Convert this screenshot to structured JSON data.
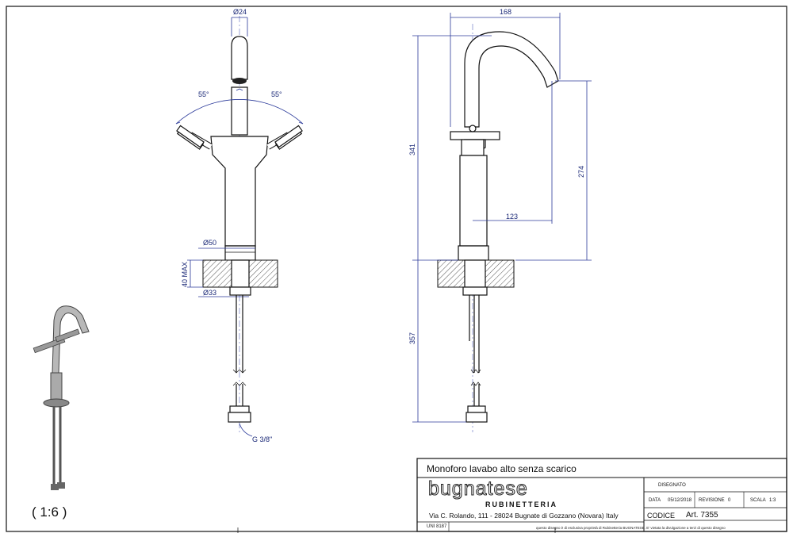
{
  "dimensions": {
    "d24": "Ø24",
    "d50": "Ø50",
    "d33": "Ø33",
    "angle_left": "55°",
    "angle_right": "55°",
    "max40": "40 MAX",
    "g38": "G 3/8\"",
    "w168": "168",
    "h341": "341",
    "h274": "274",
    "w123": "123",
    "h357": "357"
  },
  "scale_label": "( 1:6 )",
  "title_block": {
    "title": "Monoforo lavabo alto senza scarico",
    "logo": "bugnatese",
    "logo_sub": "RUBINETTERIA",
    "address": "Via C. Rolando, 111 - 28024 Bugnate di Gozzano (Novara) Italy",
    "disegnato_label": "DISEGNATO",
    "data_label": "DATA",
    "data_value": "05/12/2018",
    "revisione_label": "REVISIONE",
    "revisione_value": "0",
    "scala_label": "SCALA",
    "scala_value": "1:3",
    "codice_label": "CODICE",
    "codice_value": "Art. 7355",
    "uni_label": "UNI 8187",
    "footer_note": "questo disegno è di esclusiva proprietà di Rubinetteria BUGNATESE. E' vietata la divulgazione a terzi di questo disegno"
  }
}
